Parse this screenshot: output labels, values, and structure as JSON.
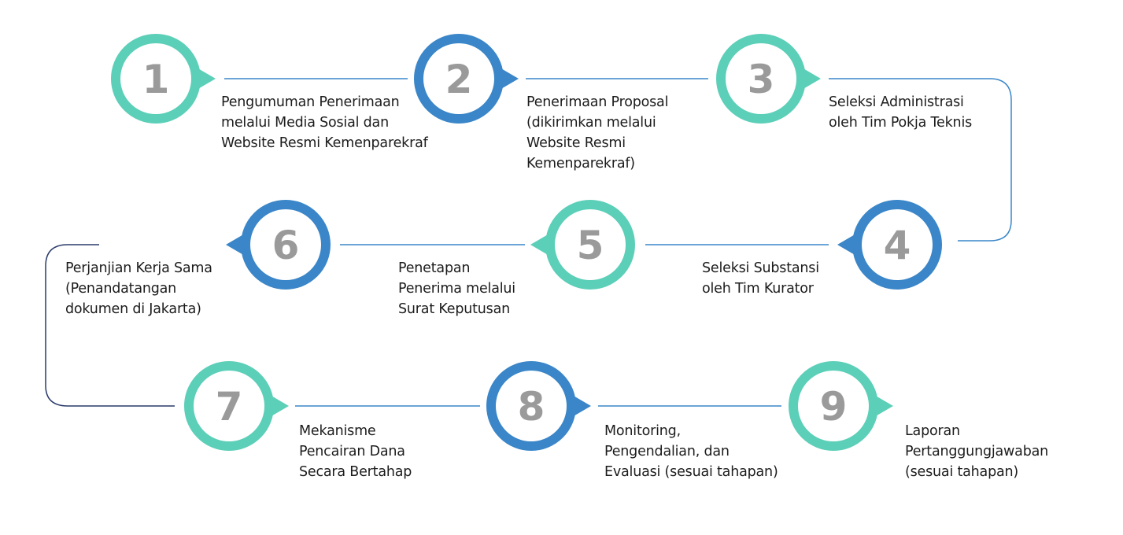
{
  "colors": {
    "teal": "#5ccfb8",
    "blue": "#3a86c8",
    "connector": "#3a86c8",
    "connector_dark": "#2a3a6a"
  },
  "steps": [
    {
      "number": "1",
      "color": "teal",
      "lines": []
    },
    {
      "number": "2",
      "color": "blue",
      "lines": [
        "Pengumuman Penerimaan",
        "melalui Media Sosial dan",
        "Website Resmi Kemenparekraf"
      ]
    },
    {
      "number": "3",
      "color": "teal",
      "lines": [
        "Penerimaan Proposal",
        "(dikirimkan melalui",
        "Website Resmi",
        "Kemenparekraf)"
      ]
    },
    {
      "number": "4",
      "color": "blue",
      "lines": [
        "Seleksi Administrasi",
        "oleh Tim Pokja Teknis"
      ]
    },
    {
      "number": "5",
      "color": "teal",
      "lines": [
        "Seleksi Substansi",
        "oleh Tim Kurator"
      ]
    },
    {
      "number": "6",
      "color": "blue",
      "lines": [
        "Penetapan",
        "Penerima melalui",
        "Surat Keputusan"
      ]
    },
    {
      "number": "7",
      "color": "teal",
      "lines": [
        "Perjanjian Kerja Sama",
        "(Penandatangan",
        "dokumen di Jakarta)"
      ]
    },
    {
      "number": "8",
      "color": "blue",
      "lines": [
        "Mekanisme",
        "Pencairan Dana",
        "Secara Bertahap"
      ]
    },
    {
      "number": "9",
      "color": "teal",
      "lines": [
        "Monitoring,",
        "Pengendalian, dan",
        "Evaluasi (sesuai tahapan)"
      ]
    },
    {
      "number": "",
      "color": "",
      "lines": [
        "Laporan",
        "Pertanggungjawaban",
        "(sesuai tahapan)"
      ]
    }
  ]
}
